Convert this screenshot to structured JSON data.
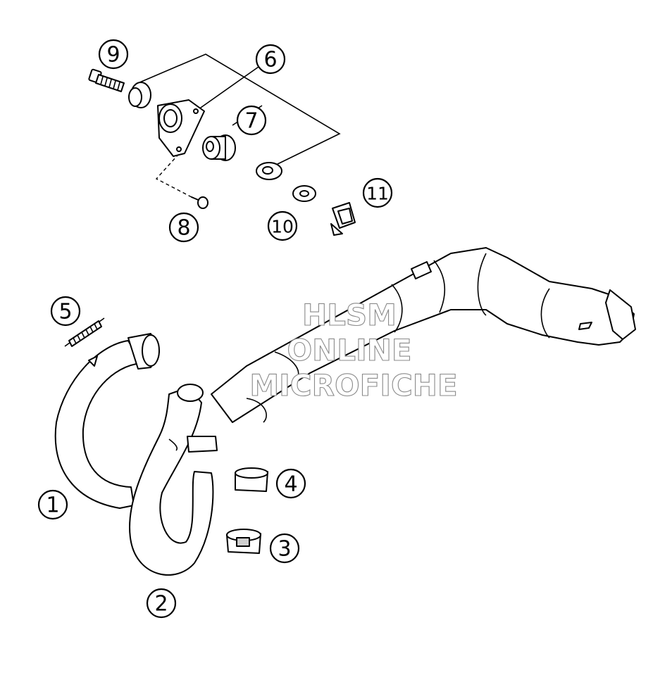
{
  "watermark": {
    "line1": "HLSM",
    "line2": "ONLINE",
    "line3": "MICROFICHE"
  },
  "callouts": [
    {
      "id": "1",
      "label": "1"
    },
    {
      "id": "2",
      "label": "2"
    },
    {
      "id": "3",
      "label": "3"
    },
    {
      "id": "4",
      "label": "4"
    },
    {
      "id": "5",
      "label": "5"
    },
    {
      "id": "6",
      "label": "6"
    },
    {
      "id": "7",
      "label": "7"
    },
    {
      "id": "8",
      "label": "8"
    },
    {
      "id": "9",
      "label": "9"
    },
    {
      "id": "10",
      "label": "10"
    },
    {
      "id": "11",
      "label": "11"
    }
  ]
}
